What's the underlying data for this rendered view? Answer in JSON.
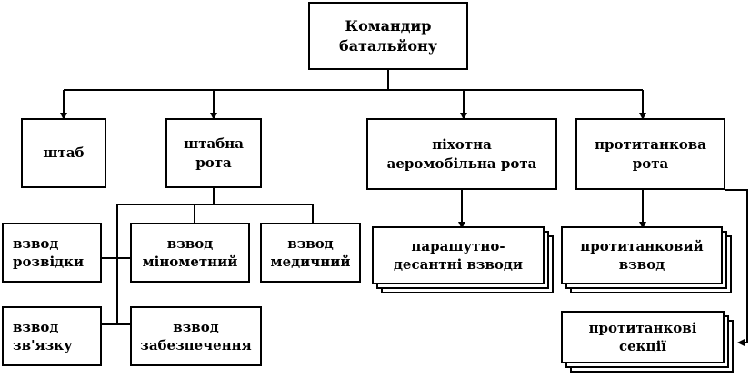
{
  "nodes": {
    "commander": "Командир\nбатальйону",
    "hq": "штаб",
    "hq_company": "штабна\nрота",
    "infantry_company": "піхотна\nаеромобільна рота",
    "antitank_company": "протитанкова\nрота",
    "recon_platoon": "взвод\nрозвідки",
    "mortar_platoon": "взвод\nмінометний",
    "medical_platoon": "взвод\nмедичний",
    "signal_platoon": "взвод\nзв'язку",
    "supply_platoon": "взвод\nзабезпечення",
    "paratrooper_platoons": "парашутно-\nдесантні взводи",
    "antitank_platoon": "протитанковий\nвзвод",
    "antitank_sections": "протитанкові\nсекції"
  },
  "colors": {
    "line": "#000000",
    "box_fill": "#ffffff",
    "text": "#000000"
  }
}
